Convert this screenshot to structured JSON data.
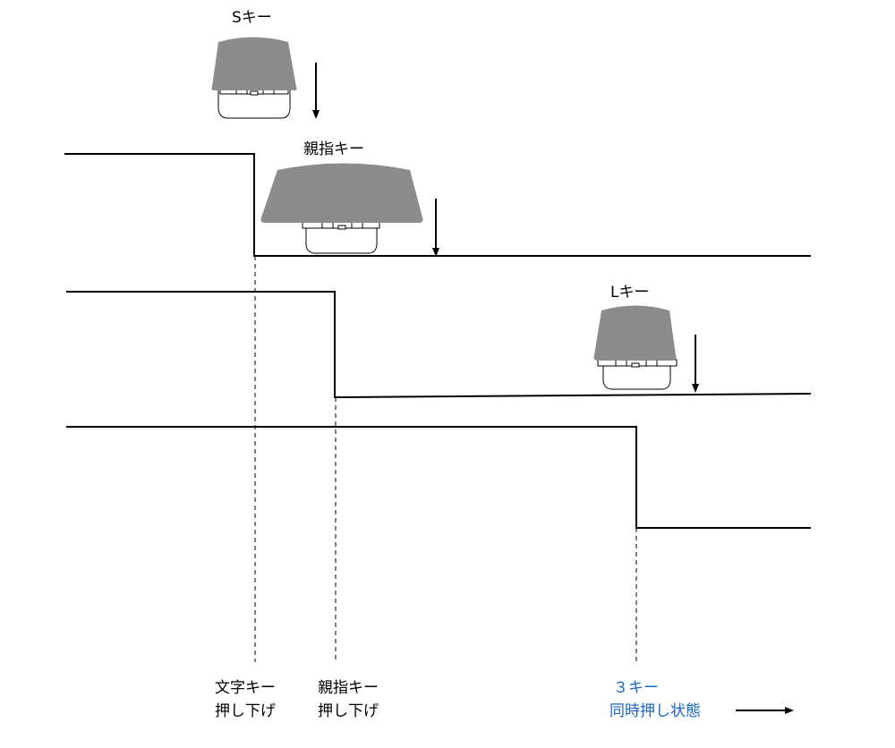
{
  "keys": [
    {
      "name": "s-key",
      "label": "Sキー"
    },
    {
      "name": "thumb-key",
      "label": "親指キー"
    },
    {
      "name": "l-key",
      "label": "Lキー"
    }
  ],
  "events": [
    {
      "name": "char-key-press",
      "line1": "文字キー",
      "line2": "押し下げ",
      "highlight": false
    },
    {
      "name": "thumb-key-press",
      "line1": "親指キー",
      "line2": "押し下げ",
      "highlight": false
    },
    {
      "name": "three-key-simultaneous",
      "line1": "３キー",
      "line2": "同時押し状態",
      "highlight": true
    }
  ],
  "colors": {
    "keycap": "#8c8c8c",
    "line": "#000000",
    "highlight_text": "#1a66c8"
  },
  "icons": {
    "press_arrow": "down-arrow-icon",
    "time_arrow": "right-arrow-icon"
  }
}
